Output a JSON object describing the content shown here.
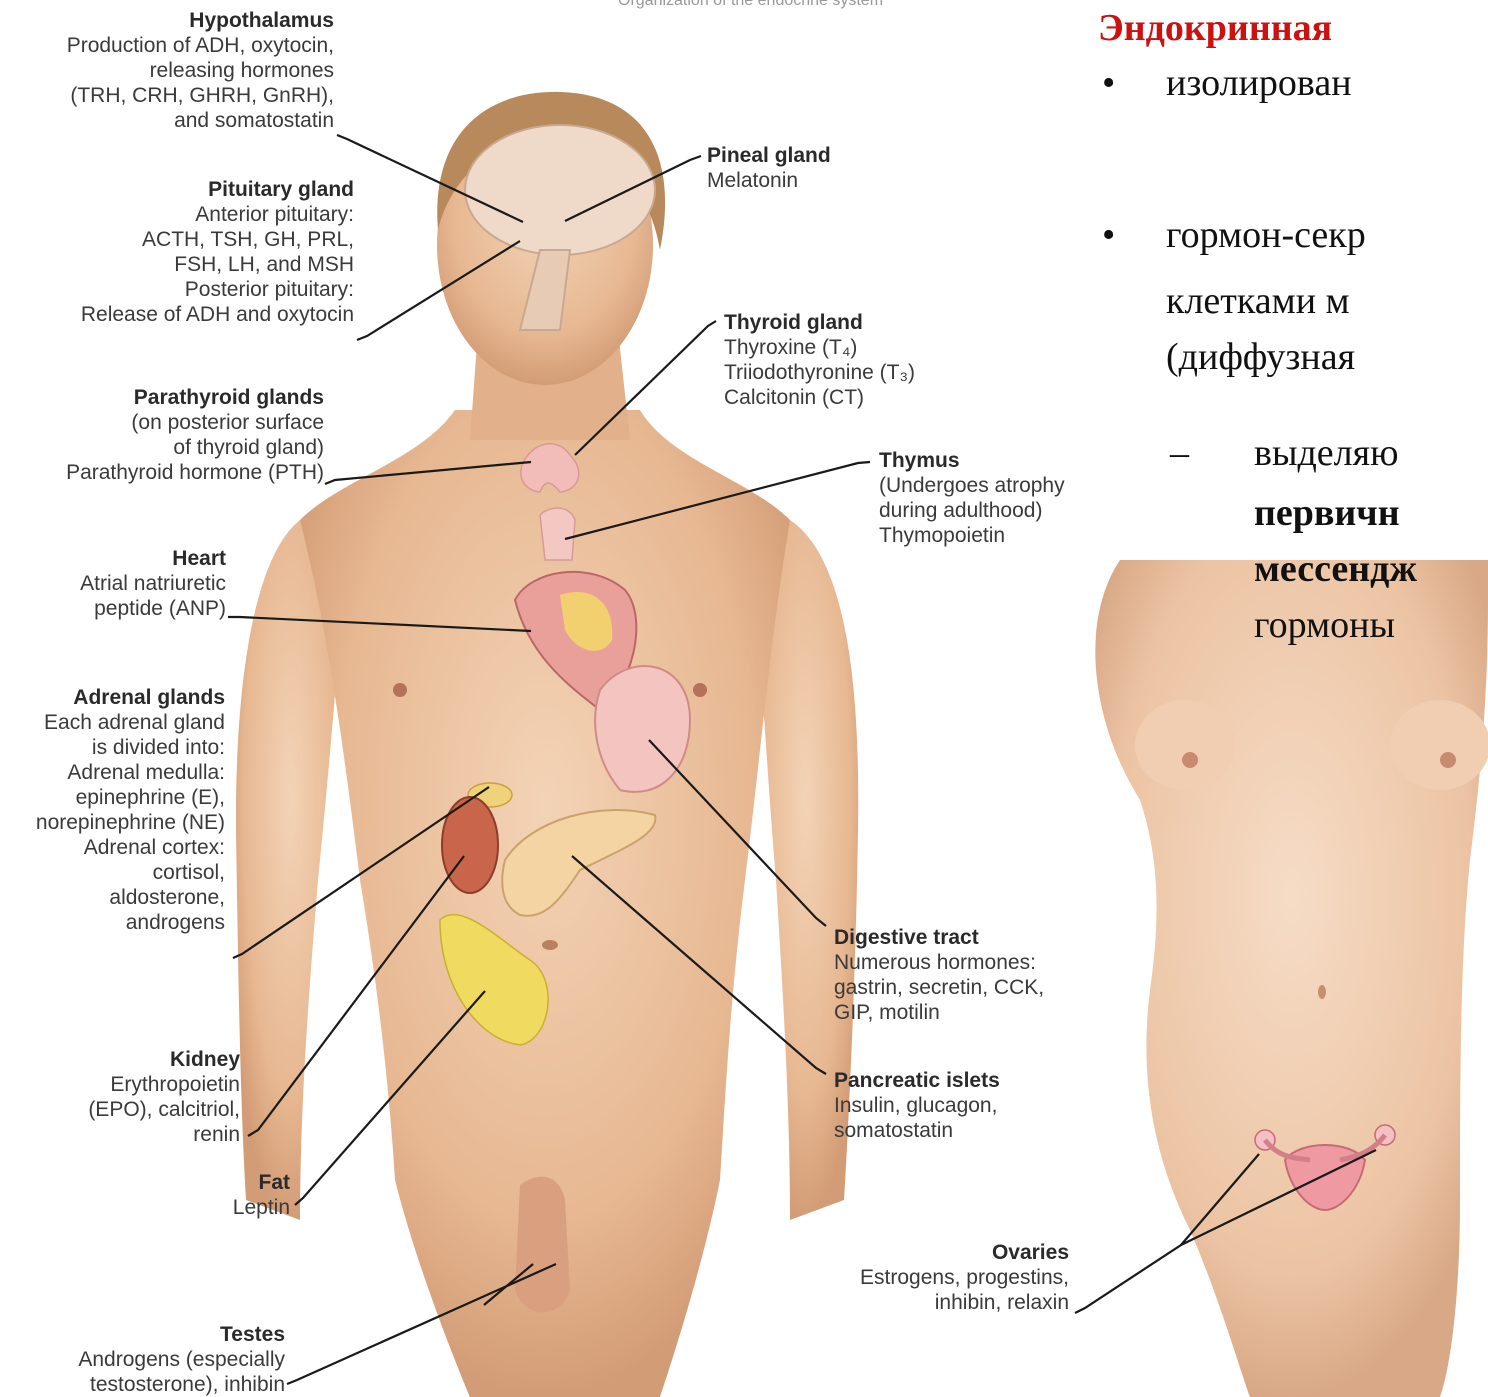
{
  "caption_top": "Organization of the endocrine system",
  "slide": {
    "title": "Эндокринная",
    "bullets": [
      {
        "marker": "•",
        "lines": [
          "изолирован"
        ]
      },
      {
        "marker": "•",
        "lines": [
          "гормон-секр",
          "клетками м",
          "(диффузная"
        ]
      }
    ],
    "sub_bullet": {
      "marker": "–",
      "lines": [
        "выделяю",
        "первичн",
        "мессендж",
        "гормоны"
      ]
    }
  },
  "labels": {
    "hypothalamus": {
      "title": "Hypothalamus",
      "text": "Production of ADH, oxytocin,\nreleasing hormones\n(TRH, CRH, GHRH, GnRH),\nand somatostatin"
    },
    "pituitary": {
      "title": "Pituitary gland",
      "text": "Anterior pituitary:\nACTH, TSH, GH, PRL,\nFSH, LH, and MSH\nPosterior pituitary:\nRelease of ADH and oxytocin"
    },
    "parathyroid": {
      "title": "Parathyroid glands",
      "text": "(on posterior surface\nof thyroid gland)\nParathyroid hormone (PTH)"
    },
    "heart": {
      "title": "Heart",
      "text": "Atrial natriuretic\npeptide (ANP)"
    },
    "adrenal": {
      "title": "Adrenal glands",
      "text": "Each adrenal gland\nis divided into:\nAdrenal medulla:\nepinephrine (E),\nnorepinephrine (NE)\nAdrenal cortex:\ncortisol,\naldosterone,\nandrogens"
    },
    "kidney": {
      "title": "Kidney",
      "text": "Erythropoietin\n(EPO), calcitriol,\nrenin"
    },
    "fat": {
      "title": "Fat",
      "text": "Leptin"
    },
    "testes": {
      "title": "Testes",
      "text": "Androgens (especially\ntestosterone), inhibin"
    },
    "pineal": {
      "title": "Pineal gland",
      "text": "Melatonin"
    },
    "thyroid": {
      "title": "Thyroid gland",
      "text": "Thyroxine (T₄)\nTriiodothyronine (T₃)\nCalcitonin (CT)"
    },
    "thymus": {
      "title": "Thymus",
      "text": "(Undergoes atrophy\nduring adulthood)\nThymopoietin"
    },
    "digestive": {
      "title": "Digestive tract",
      "text": "Numerous hormones:\ngastrin, secretin, CCK,\nGIP, motilin"
    },
    "pancreas": {
      "title": "Pancreatic islets",
      "text": "Insulin, glucagon,\nsomatostatin"
    },
    "ovaries": {
      "title": "Ovaries",
      "text": "Estrogens, progestins,\ninhibin, relaxin"
    }
  }
}
